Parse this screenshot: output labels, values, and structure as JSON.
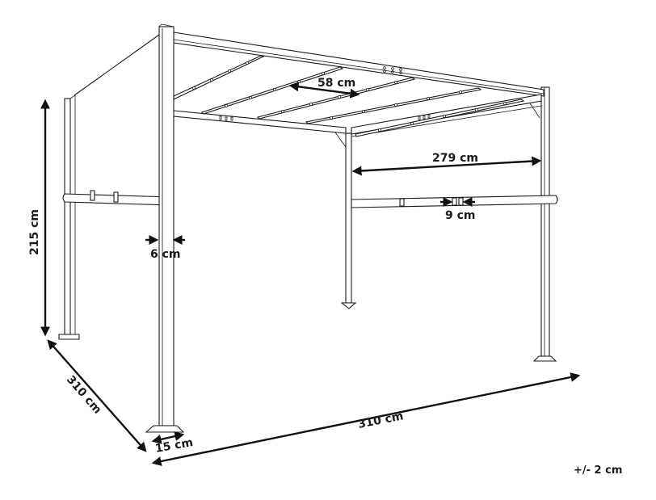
{
  "diagram": {
    "subject": "Pergola frame with retractable canopy rails",
    "line_color": "#1a1a1a",
    "background": "#ffffff",
    "dimensions": {
      "height": {
        "label": "215 cm",
        "value": 215,
        "unit": "cm"
      },
      "depth": {
        "label": "310 cm",
        "value": 310,
        "unit": "cm"
      },
      "width": {
        "label": "310 cm",
        "value": 310,
        "unit": "cm"
      },
      "inner_span": {
        "label": "279 cm",
        "value": 279,
        "unit": "cm"
      },
      "rail_spacing": {
        "label": "58 cm",
        "value": 58,
        "unit": "cm"
      },
      "post_width": {
        "label": "6 cm",
        "value": 6,
        "unit": "cm"
      },
      "foot_plate": {
        "label": "15 cm",
        "value": 15,
        "unit": "cm"
      },
      "joint_gap": {
        "label": "9 cm",
        "value": 9,
        "unit": "cm"
      }
    },
    "tolerance": {
      "label": "+/- 2 cm"
    }
  }
}
